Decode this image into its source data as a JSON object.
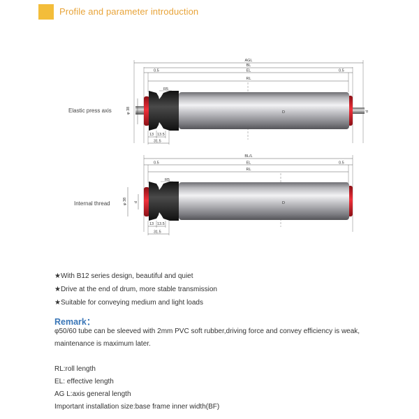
{
  "header": {
    "title": "Profile and parameter introduction",
    "accent_color": "#f3bd3a",
    "title_color": "#e8a43a"
  },
  "drawings": {
    "top": {
      "label": "Elastic press axis",
      "dims": {
        "agl": "AGL",
        "bl": "BL",
        "el": "EL",
        "rl": "RL",
        "left_gap": "0.5",
        "right_gap": "0.5",
        "r5": "R5",
        "dia38": "φ 38",
        "d_tube": "D",
        "d_shaft": "d",
        "w13": "13",
        "w135": "13.5",
        "w315": "31.5"
      }
    },
    "bottom": {
      "label": "Internal thread",
      "dims": {
        "bll": "BL/L",
        "el": "EL",
        "rl": "RL",
        "left_gap": "0.5",
        "right_gap": "0.5",
        "r5": "R5",
        "dia38": "φ 38",
        "d_tube": "D",
        "d_shaft": "d",
        "w13": "13",
        "w135": "13.5",
        "w315": "31.5"
      }
    }
  },
  "features": [
    "★With B12 series design, beautiful and quiet",
    "★Drive at the end of drum, more stable transmission",
    "★Suitable for conveying medium and light loads"
  ],
  "remark": {
    "title": "Remark：",
    "body": "φ50/60 tube can be sleeved with 2mm PVC soft rubber,driving force and convey efficiency is weak, maintenance is maximum later."
  },
  "definitions": [
    "RL:roll length",
    "EL: effective length",
    "AG L:axis general length",
    "Important installation size:base frame inner width(BF)"
  ],
  "colors": {
    "remark_title": "#3a76b7",
    "end_cap_red": "#d8202a",
    "sprocket": "#2b2b2b"
  }
}
